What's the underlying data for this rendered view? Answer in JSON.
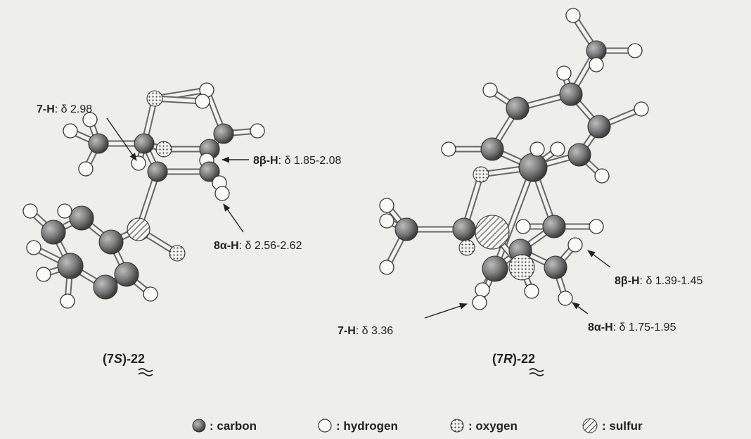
{
  "molecules": [
    {
      "caption_prefix": "(7",
      "caption_config": "S",
      "caption_suffix": ")-",
      "caption_number": "22",
      "annotations": [
        {
          "proton": "7-H",
          "shift": ": δ 2.98"
        },
        {
          "proton": "8β-H",
          "shift": ": δ 1.85-2.08"
        },
        {
          "proton": "8α-H",
          "shift": ": δ 2.56-2.62"
        }
      ]
    },
    {
      "caption_prefix": "(7",
      "caption_config": "R",
      "caption_suffix": ")-",
      "caption_number": "22",
      "annotations": [
        {
          "proton": "8β-H",
          "shift": ": δ 1.39-1.45"
        },
        {
          "proton": "7-H",
          "shift": ": δ 3.36"
        },
        {
          "proton": "8α-H",
          "shift": ": δ 1.75-1.95"
        }
      ]
    }
  ],
  "legend": [
    {
      "atom": "carbon",
      "label": ": carbon"
    },
    {
      "atom": "hydrogen",
      "label": ": hydrogen"
    },
    {
      "atom": "oxygen",
      "label": ": oxygen"
    },
    {
      "atom": "sulfur",
      "label": ": sulfur"
    }
  ]
}
